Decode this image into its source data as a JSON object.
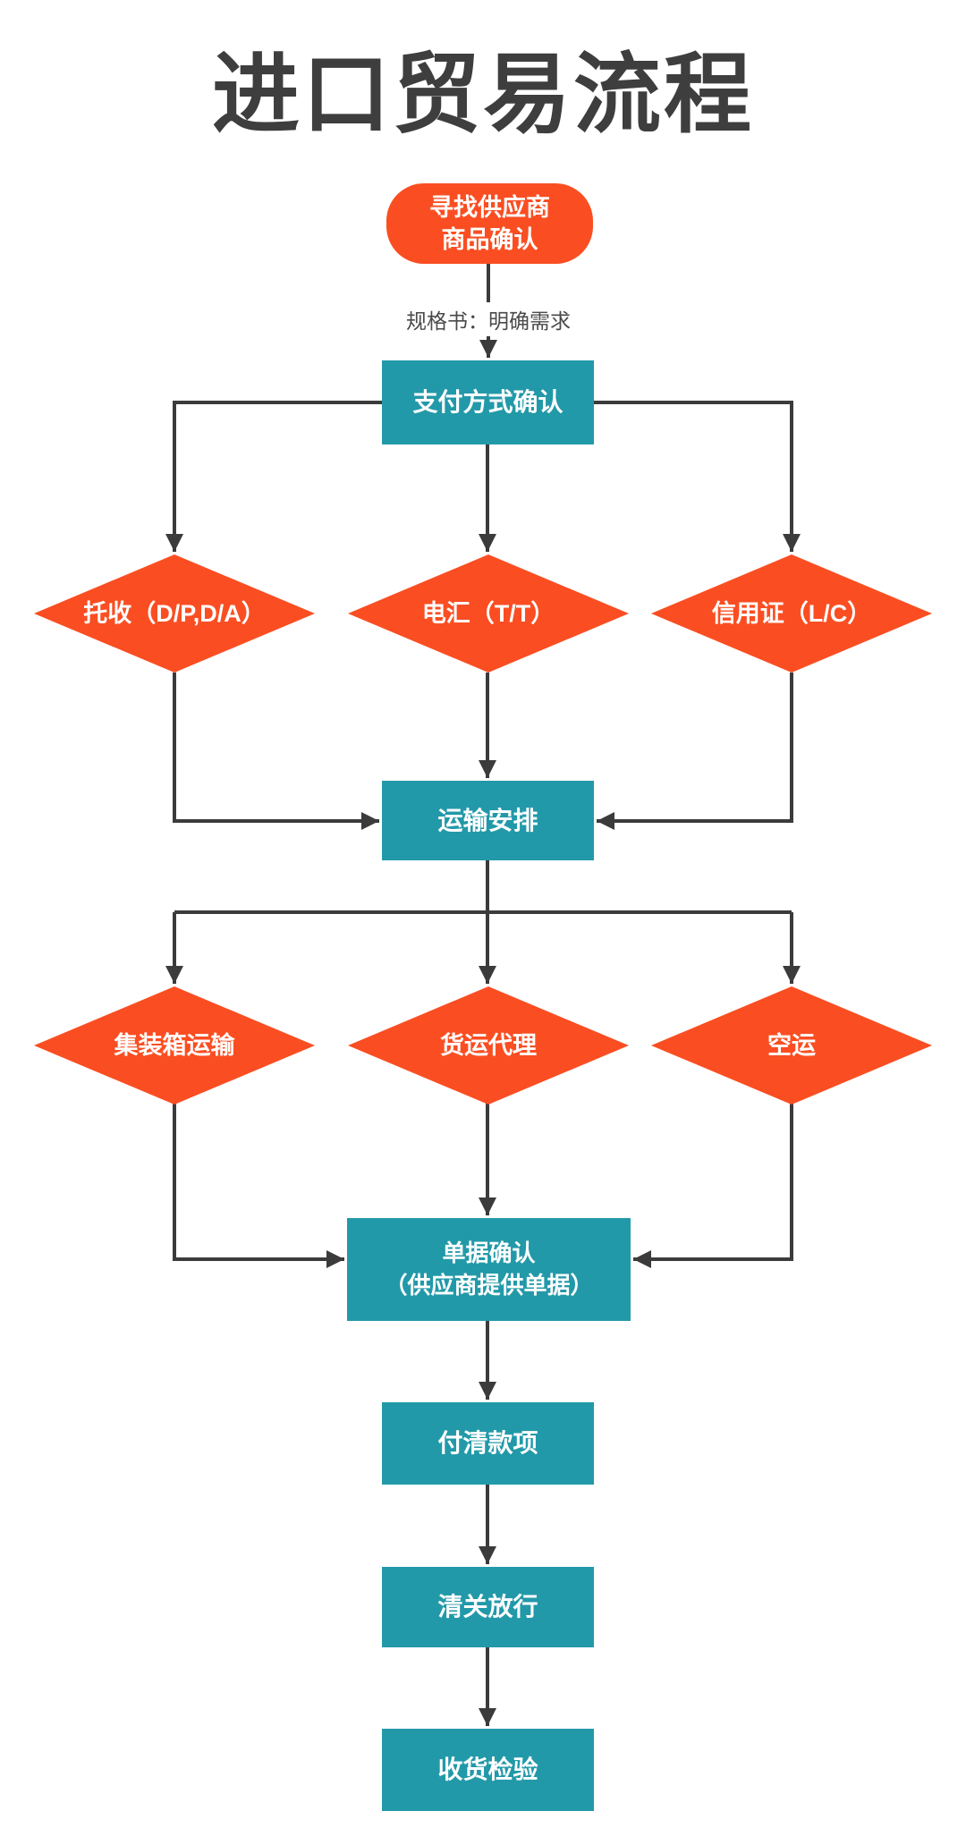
{
  "title": "进口贸易流程",
  "colors": {
    "orange": "#FA4E22",
    "teal": "#2299A9",
    "line": "#3B3B3B",
    "title": "#3E3E3E",
    "label": "#4A4A4A"
  },
  "nodes": {
    "start": "寻找供应商\n商品确认",
    "payment": "支付方式确认",
    "collection": "托收（D/P,D/A）",
    "wire_transfer": "电汇（T/T）",
    "letter_of_credit": "信用证（L/C）",
    "transport": "运输安排",
    "container_shipping": "集装箱运输",
    "freight_agent": "货运代理",
    "air_freight": "空运",
    "documents": "单据确认\n（供应商提供单据）",
    "pay_balance": "付清款项",
    "customs_clearance": "清关放行",
    "goods_inspection": "收货检验"
  },
  "edge_labels": {
    "spec": "规格书：明确需求"
  }
}
